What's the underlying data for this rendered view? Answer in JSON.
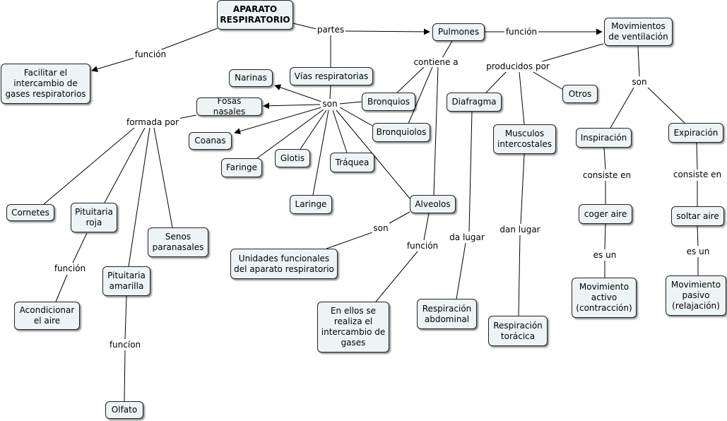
{
  "colors": {
    "line": "#000000",
    "node_fill": "#eef4f6",
    "node_border": "#222222"
  },
  "nodes": {
    "aparato": "APARATO\nRESPIRATORIO",
    "facilitar": "Facilitar el\nintercambio de\ngases respiratorios",
    "pulmones": "Pulmones",
    "movimientos": "Movimientos\nde ventilación",
    "vias": "Vías respiratorias",
    "narinas": "Narinas",
    "fosas": "Fosas nasales",
    "coanas": "Coanas",
    "faringe": "Faringe",
    "glotis": "Glotis",
    "traquea": "Tráquea",
    "laringe": "Laringe",
    "bronquios": "Bronquios",
    "bronquiolos": "Bronquiolos",
    "alveolos": "Alveolos",
    "diafragma": "Diafragma",
    "musculos": "Musculos\nintercostales",
    "otros": "Otros",
    "inspiracion": "Inspiración",
    "expiracion": "Expiración",
    "coger": "coger aire",
    "soltar": "soltar aire",
    "mov_activo": "Movimiento\nactivo\n(contracción)",
    "mov_pasivo": "Movimiento\npasivo\n(relajación)",
    "cornetes": "Cornetes",
    "pit_roja": "Pituitaria\nroja",
    "senos": "Senos\nparanasales",
    "pit_amarilla": "Pituitaria\namarilla",
    "acondicionar": "Acondicionar\nel aire",
    "olfato": "Olfato",
    "unidades": "Unidades funcionales\ndel aparato respiratorio",
    "en_ellos": "En ellos se\nrealiza el\nintercambio de\ngases",
    "resp_abdominal": "Respiración\nabdominal",
    "resp_toracica": "Respiración\ntorácica"
  },
  "labels": {
    "funcion_top": "función",
    "partes": "partes",
    "funcion_pulmones": "función",
    "contiene_a": "contiene a",
    "producidos_por": "producidos por",
    "son_vias": "son",
    "formada_por": "formada por",
    "son_mov": "son",
    "consiste_en_1": "consiste en",
    "consiste_en_2": "consiste en",
    "es_un_1": "es un",
    "es_un_2": "es un",
    "funcion_pit_roja": "función",
    "funcion_pit_amarilla": "funcíon",
    "son_alveolos": "son",
    "funcion_alveolos": "función",
    "da_lugar": "da lugar",
    "dan_lugar": "dan lugar"
  }
}
